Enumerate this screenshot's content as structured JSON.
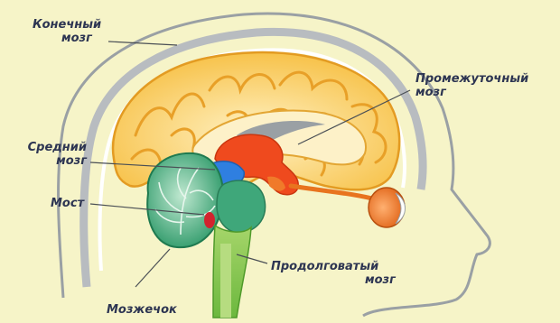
{
  "labels": {
    "telencephalon": [
      "Конечный",
      "мозг"
    ],
    "diencephalon": [
      "Промежуточный",
      "мозг"
    ],
    "midbrain": [
      "Средний",
      "мозг"
    ],
    "pons": [
      "Мост"
    ],
    "medulla": [
      "Продолговатый",
      "мозг"
    ],
    "cerebellum": [
      "Мозжечок"
    ]
  },
  "colors": {
    "background": "#f6f4c8",
    "cortex": "#f7c24a",
    "cortex_light": "#fbe6a4",
    "diencephalon": "#ef4a1e",
    "midbrain": "#2f7fe0",
    "pons": "#3fa77a",
    "cerebellum": "#2f9a6a",
    "medulla": "#7fc24a",
    "ventricle": "#9aa0a4",
    "eye": "#e8741f",
    "label": "#2d3552"
  }
}
